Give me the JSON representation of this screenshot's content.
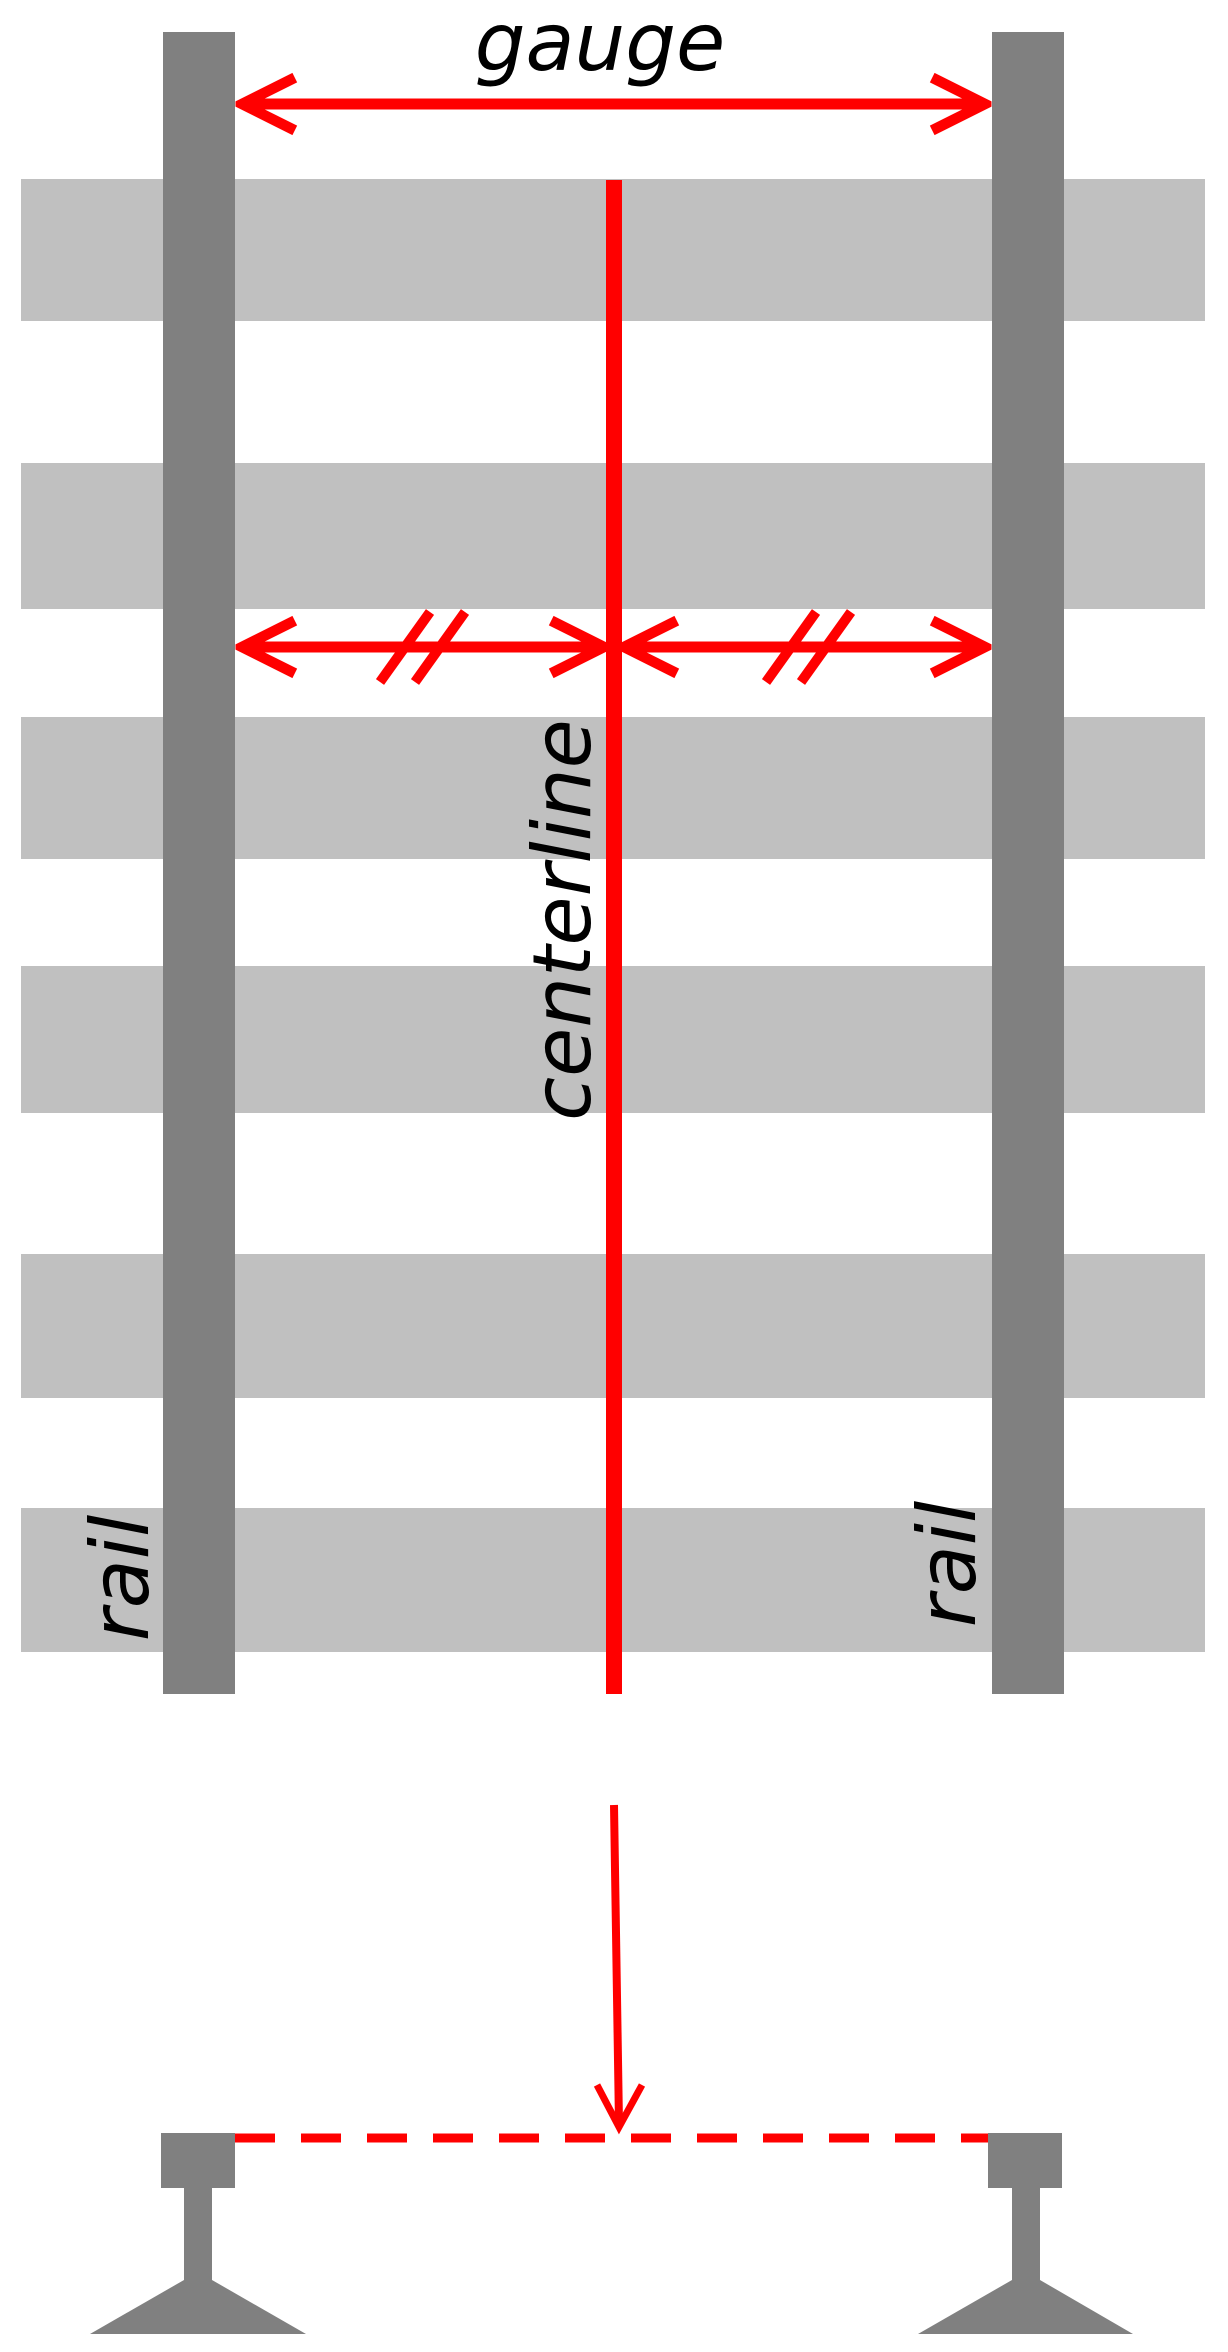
{
  "labels": {
    "gauge": "gauge",
    "centerline": "centerline",
    "rail_left": "rail",
    "rail_right": "rail"
  },
  "colors": {
    "tie": "#c0c0c0",
    "rail": "#808080",
    "measure": "#ff0000",
    "text": "#000000",
    "background": "#ffffff"
  }
}
